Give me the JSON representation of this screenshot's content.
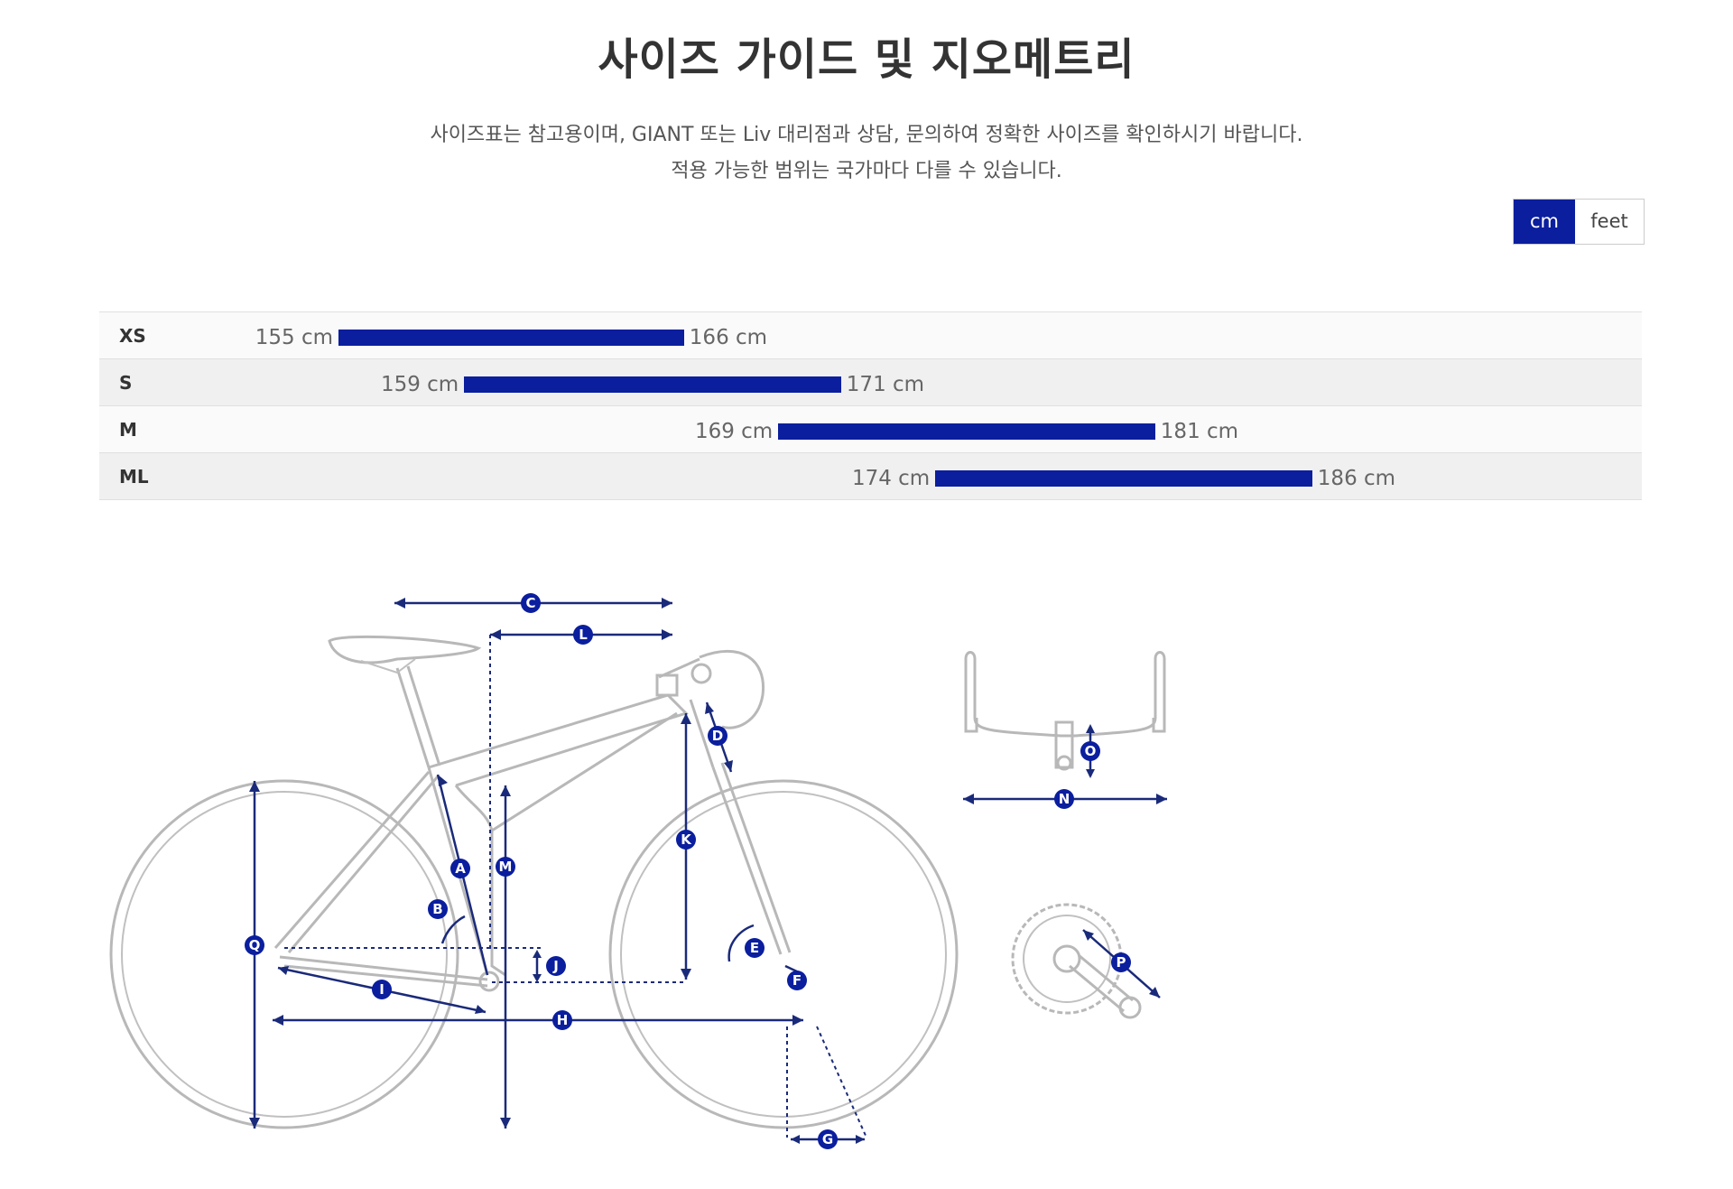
{
  "page": {
    "title": "사이즈 가이드 및 지오메트리",
    "description_line1": "사이즈표는 참고용이며, GIANT 또는 Liv 대리점과 상담, 문의하여 정확한 사이즈를 확인하시기 바랍니다.",
    "description_line2": "적용 가능한 범위는 국가마다 다를 수 있습니다."
  },
  "unit_toggle": {
    "options": [
      "cm",
      "feet"
    ],
    "selected": "cm"
  },
  "colors": {
    "accent": "#0a1e9e"
  },
  "size_chart": {
    "scale_min_cm": 155,
    "scale_max_cm": 186,
    "rows": [
      {
        "size": "XS",
        "min": 155,
        "max": 166,
        "min_label": "155 cm",
        "max_label": "166 cm"
      },
      {
        "size": "S",
        "min": 159,
        "max": 171,
        "min_label": "159 cm",
        "max_label": "171 cm"
      },
      {
        "size": "M",
        "min": 169,
        "max": 181,
        "min_label": "169 cm",
        "max_label": "181 cm"
      },
      {
        "size": "ML",
        "min": 174,
        "max": 186,
        "min_label": "174 cm",
        "max_label": "186 cm"
      }
    ]
  },
  "geometry_labels": [
    "A",
    "B",
    "C",
    "D",
    "E",
    "F",
    "G",
    "H",
    "I",
    "J",
    "K",
    "L",
    "M",
    "N",
    "O",
    "P",
    "Q"
  ]
}
